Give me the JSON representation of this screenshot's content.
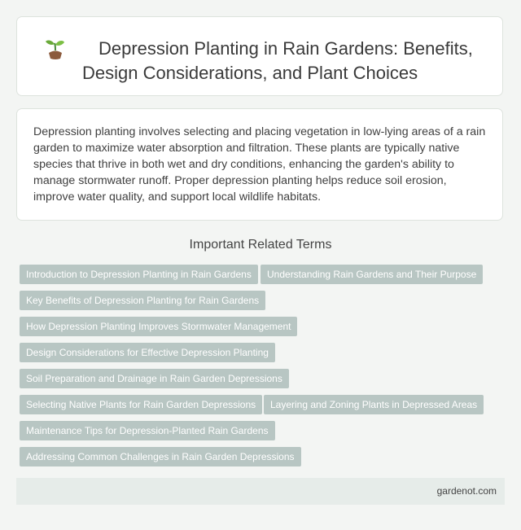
{
  "header": {
    "title": "Depression Planting in Rain Gardens: Benefits, Design Considerations, and Plant Choices",
    "icon": "seedling-icon"
  },
  "description": "Depression planting involves selecting and placing vegetation in low-lying areas of a rain garden to maximize water absorption and filtration. These plants are typically native species that thrive in both wet and dry conditions, enhancing the garden's ability to manage stormwater runoff. Proper depression planting helps reduce soil erosion, improve water quality, and support local wildlife habitats.",
  "related": {
    "heading": "Important Related Terms",
    "tags": [
      "Introduction to Depression Planting in Rain Gardens",
      "Understanding Rain Gardens and Their Purpose",
      "Key Benefits of Depression Planting for Rain Gardens",
      "How Depression Planting Improves Stormwater Management",
      "Design Considerations for Effective Depression Planting",
      "Soil Preparation and Drainage in Rain Garden Depressions",
      "Selecting Native Plants for Rain Garden Depressions",
      "Layering and Zoning Plants in Depressed Areas",
      "Maintenance Tips for Depression-Planted Rain Gardens",
      "Addressing Common Challenges in Rain Garden Depressions"
    ]
  },
  "footer": {
    "site": "gardenot.com"
  }
}
